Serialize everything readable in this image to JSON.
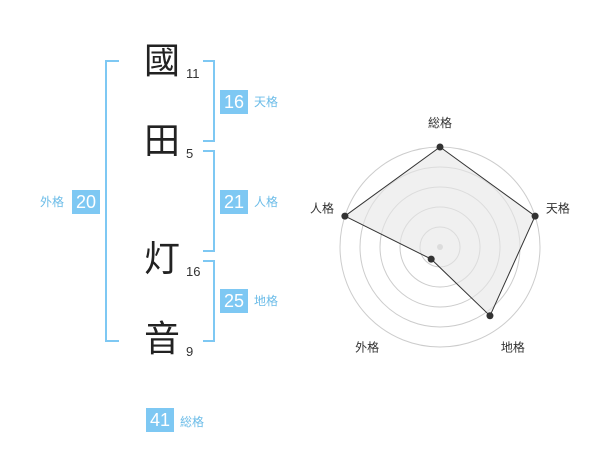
{
  "characters": [
    {
      "kanji": "國",
      "strokes": "11"
    },
    {
      "kanji": "田",
      "strokes": "5"
    },
    {
      "kanji": "灯",
      "strokes": "16"
    },
    {
      "kanji": "音",
      "strokes": "9"
    }
  ],
  "kakaku": {
    "tenkaku": {
      "value": "16",
      "label": "天格"
    },
    "jinkaku": {
      "value": "21",
      "label": "人格"
    },
    "chikaku": {
      "value": "25",
      "label": "地格"
    },
    "gaikaku": {
      "value": "20",
      "label": "外格"
    },
    "soukaku": {
      "value": "41",
      "label": "総格"
    }
  },
  "chart_data": {
    "type": "radar",
    "axes": [
      "総格",
      "天格",
      "地格",
      "外格",
      "人格"
    ],
    "values": [
      1.0,
      1.0,
      0.85,
      0.15,
      1.0
    ],
    "max": 1.0
  },
  "colors": {
    "accent": "#7ec8f3",
    "label": "#6bbce8"
  }
}
